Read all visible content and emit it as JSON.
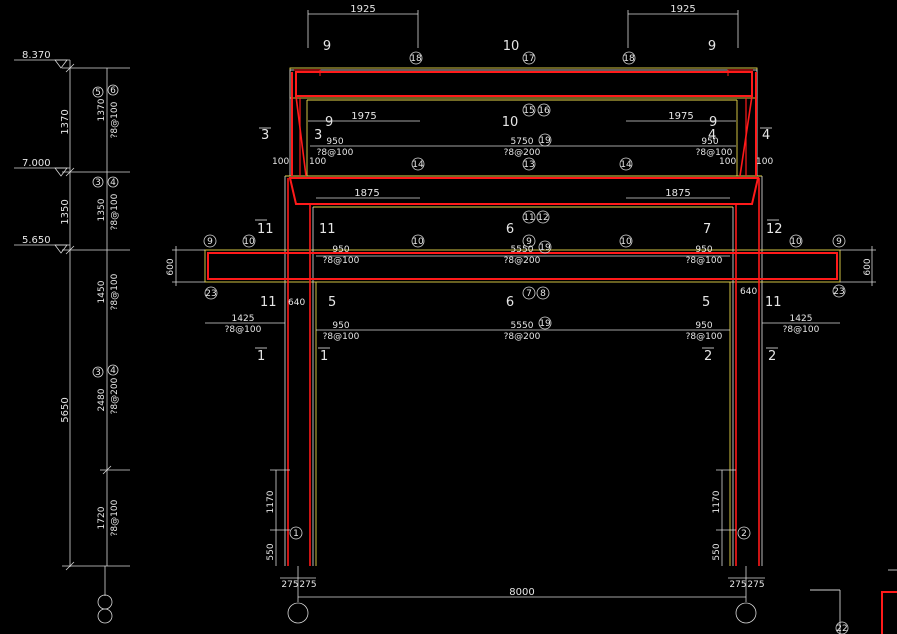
{
  "elevations": [
    "8.370",
    "7.000",
    "5.650"
  ],
  "left_dims": {
    "h1370": "1370",
    "h1350": "1350",
    "h5650": "5650",
    "s1370": "1370",
    "s1370n": "?8@100",
    "s1350": "1350",
    "s1350n": "?8@100",
    "s1450": "1450",
    "s1450n": "?8@100",
    "s2480": "2480",
    "s2480n": "?8@200",
    "s1720": "1720",
    "s1720n": "?8@100"
  },
  "top_dims": [
    "1925",
    "1925"
  ],
  "beam_dims": {
    "b1975": "1975",
    "b5750": "5750",
    "b950": "950",
    "n100": "?8@100",
    "n200": "?8@200",
    "b100": "100",
    "b1875": "1875",
    "b5550": "5550",
    "b1425": "1425",
    "b640": "640",
    "b600": "600",
    "b8000": "8000",
    "b1170": "1170",
    "b550": "550",
    "b275": "275"
  },
  "marks": {
    "m1": "1",
    "m2": "2",
    "m3": "3",
    "m4": "4",
    "m5": "5",
    "m6": "6",
    "m7": "7",
    "m8": "8",
    "m9": "9",
    "m10": "10",
    "m11": "11",
    "m12": "12",
    "m13": "13",
    "m14": "14",
    "m15": "15",
    "m16": "16",
    "m17": "17",
    "m18": "18",
    "m19": "19",
    "m22": "22",
    "m23": "23"
  }
}
